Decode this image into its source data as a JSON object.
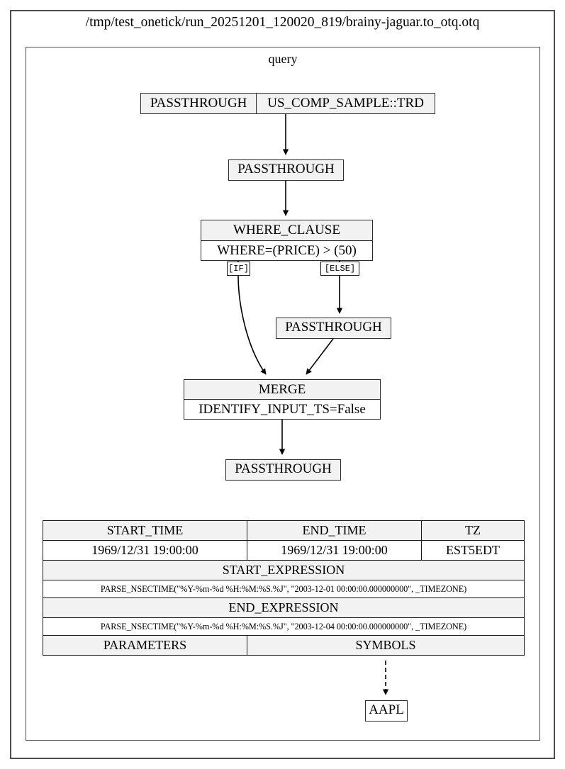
{
  "title": "/tmp/test_onetick/run_20251201_120020_819/brainy-jaguar.to_otq.otq",
  "graph": {
    "cluster_label": "query",
    "nodes": {
      "source": {
        "op": "PASSTHROUGH",
        "db": "US_COMP_SAMPLE::TRD"
      },
      "passthrough_2": "PASSTHROUGH",
      "where_clause": {
        "header": "WHERE_CLAUSE",
        "body": "WHERE=(PRICE) > (50)"
      },
      "passthrough_else": "PASSTHROUGH",
      "merge": {
        "header": "MERGE",
        "body": "IDENTIFY_INPUT_TS=False"
      },
      "passthrough_final": "PASSTHROUGH",
      "symbol": "AAPL"
    },
    "edge_labels": {
      "if": "[IF]",
      "else": "[ELSE]"
    }
  },
  "params_table": {
    "row1_headers": [
      "START_TIME",
      "END_TIME",
      "TZ"
    ],
    "row1_values": [
      "1969/12/31 19:00:00",
      "1969/12/31 19:00:00",
      "EST5EDT"
    ],
    "start_expression_header": "START_EXPRESSION",
    "start_expression_value": "PARSE_NSECTIME(\"%Y-%m-%d %H:%M:%S.%J\", \"2003-12-01 00:00:00.000000000\", _TIMEZONE)",
    "end_expression_header": "END_EXPRESSION",
    "end_expression_value": "PARSE_NSECTIME(\"%Y-%m-%d %H:%M:%S.%J\", \"2003-12-04 00:00:00.000000000\", _TIMEZONE)",
    "footer_headers": [
      "PARAMETERS",
      "SYMBOLS"
    ]
  },
  "colors": {
    "frame_border": "#4d4d4d",
    "node_fill": "#f2f2f2",
    "node_border": "#2b2b2b",
    "edge": "#000000",
    "background": "#ffffff"
  }
}
